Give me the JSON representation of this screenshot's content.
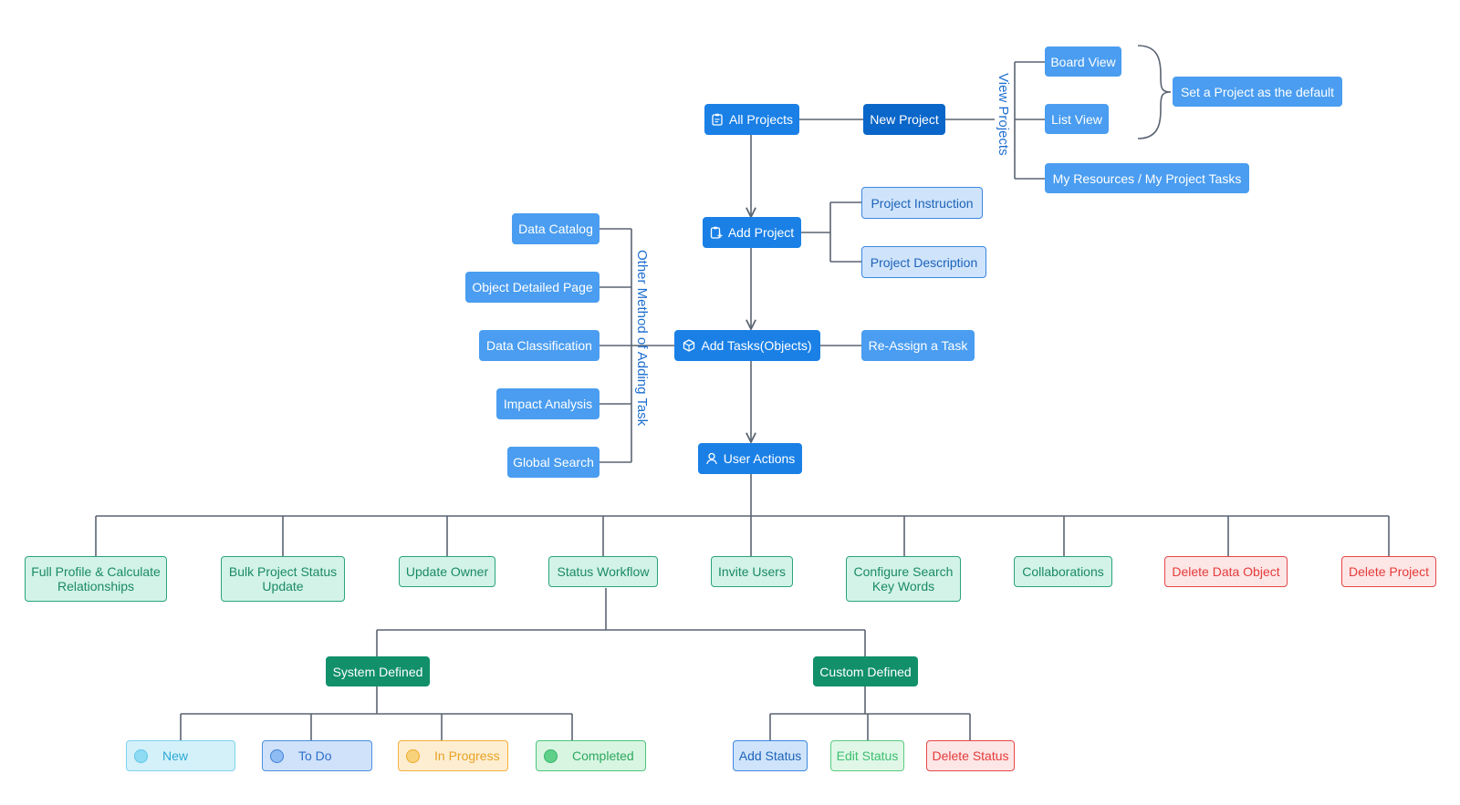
{
  "colors": {
    "connector": "#5a6472",
    "primary_blue": "#1a80e6",
    "dark_blue": "#0a66c9",
    "green": "#11906a",
    "red": "#e54848"
  },
  "nodes": {
    "all_projects": "All Projects",
    "new_project": "New Project",
    "view_projects_label": "View Projects",
    "board_view": "Board View",
    "list_view": "List View",
    "my_resources": "My Resources / My Project Tasks",
    "set_default": "Set a Project as the default",
    "add_project": "Add Project",
    "project_instruction": "Project Instruction",
    "project_description": "Project Description",
    "add_tasks": "Add Tasks(Objects)",
    "reassign_task": "Re-Assign a Task",
    "other_method_label": "Other Method of Adding Task",
    "data_catalog": "Data Catalog",
    "object_detailed_page": "Object Detailed Page",
    "data_classification": "Data Classification",
    "impact_analysis": "Impact Analysis",
    "global_search": "Global Search",
    "user_actions": "User Actions"
  },
  "actions": {
    "full_profile_1": "Full Profile & Calculate",
    "full_profile_2": "Relationships",
    "bulk_status_1": "Bulk Project Status",
    "bulk_status_2": "Update",
    "update_owner": "Update Owner",
    "status_workflow": "Status Workflow",
    "invite_users": "Invite Users",
    "configure_search_1": "Configure Search",
    "configure_search_2": "Key Words",
    "collaborations": "Collaborations",
    "delete_data_object": "Delete Data Object",
    "delete_project": "Delete Project"
  },
  "workflow": {
    "system_defined": "System Defined",
    "custom_defined": "Custom Defined",
    "status_new": "New",
    "status_todo": "To Do",
    "status_in_progress": "In Progress",
    "status_completed": "Completed",
    "add_status": "Add Status",
    "edit_status": "Edit Status",
    "delete_status": "Delete Status"
  }
}
